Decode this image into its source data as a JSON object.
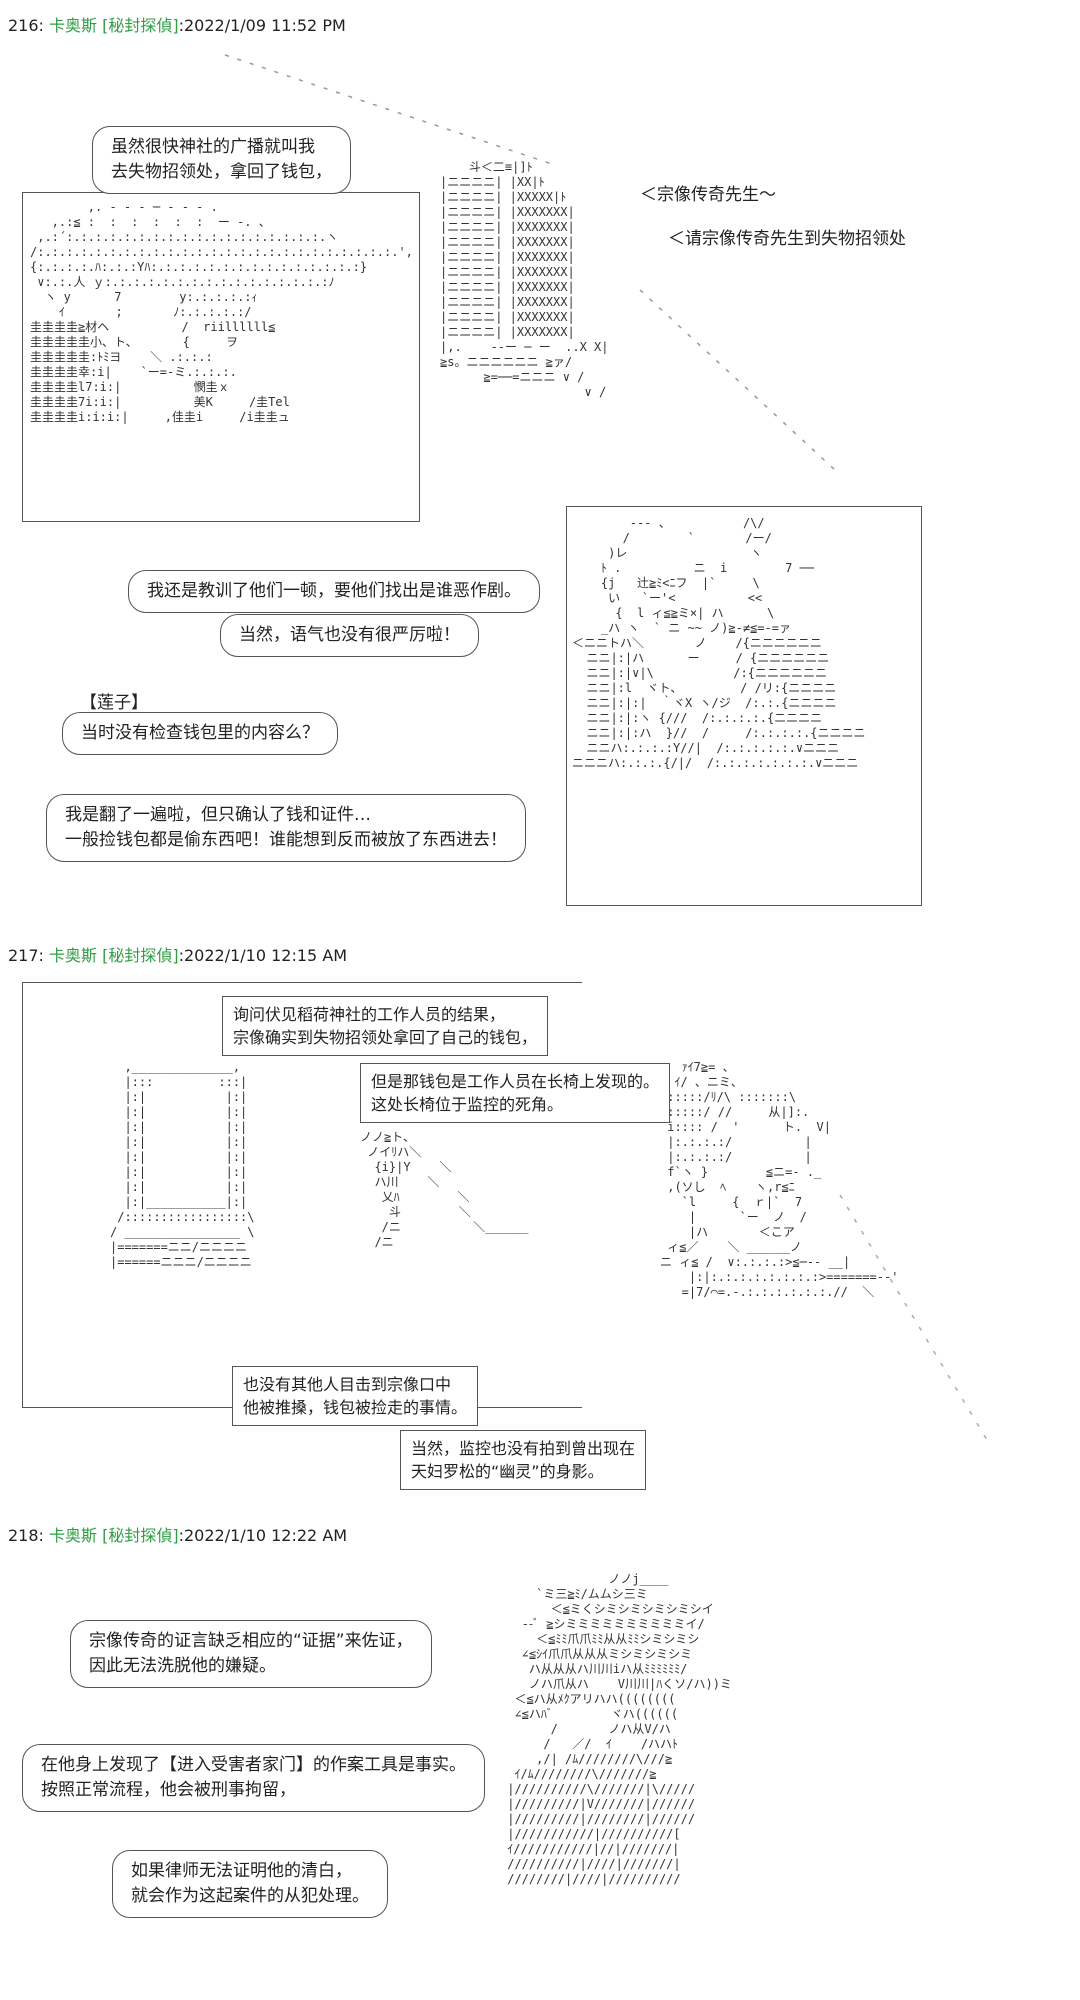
{
  "posts": [
    {
      "number": "216:",
      "name": "卡奥斯 [秘封探偵]",
      "time": ":2022/1/09 11:52 PM"
    },
    {
      "number": "217:",
      "name": "卡奥斯 [秘封探偵]",
      "time": ":2022/1/10 12:15 AM"
    },
    {
      "number": "218:",
      "name": "卡奥斯 [秘封探偵]",
      "time": ":2022/1/10 12:22 AM"
    }
  ],
  "post216": {
    "bubble1": [
      "虽然很快神社的广播就叫我",
      "去失物招领处，拿回了钱包，"
    ],
    "broadcast1": "＜宗像传奇先生～",
    "broadcast2": "＜请宗像传奇先生到失物招领处",
    "bubble2": "我还是教训了他们一顿，要他们找出是谁恶作剧。",
    "bubble3": "当然，语气也没有很严厉啦！",
    "speaker": "【莲子】",
    "bubble4": "当时没有检查钱包里的内容么？",
    "bubble5": [
      "我是翻了一遍啦，但只确认了钱和证件…",
      "一般捡钱包都是偷东西吧！谁能想到反而被放了东西进去！"
    ]
  },
  "post217": {
    "box1": [
      "询问伏见稻荷神社的工作人员的结果，",
      "宗像确实到失物招领处拿回了自己的钱包，"
    ],
    "box2": [
      "但是那钱包是工作人员在长椅上发现的。",
      "这处长椅位于监控的死角。"
    ],
    "box3": [
      "也没有其他人目击到宗像口中",
      "他被推搡，钱包被捡走的事情。"
    ],
    "box4": [
      "当然，监控也没有拍到曾出现在",
      "天妇罗松的“幽灵”的身影。"
    ]
  },
  "post218": {
    "bubble1": [
      "宗像传奇的证言缺乏相应的“证据”来佐证，",
      "因此无法洗脱他的嫌疑。"
    ],
    "bubble2": [
      "在他身上发现了【进入受害者家门】的作案工具是事实。",
      "按照正常流程，他会被刑事拘留，"
    ],
    "bubble3": [
      "如果律师无法证明他的清白，",
      "就会作为这起案件的从犯处理。"
    ]
  }
}
